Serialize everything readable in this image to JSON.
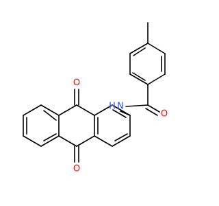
{
  "molecule": {
    "colors": {
      "bond": "#000000",
      "carbon": "#000000",
      "nitrogen": "#3050f8",
      "oxygen": "#ff0d0d",
      "background": "#ffffff"
    },
    "atoms": {
      "amide_nitrogen": "N",
      "amide_hydrogen": "H",
      "amide_oxygen": "O",
      "ketone_oxygen_top": "O",
      "ketone_oxygen_bottom": "O"
    }
  }
}
